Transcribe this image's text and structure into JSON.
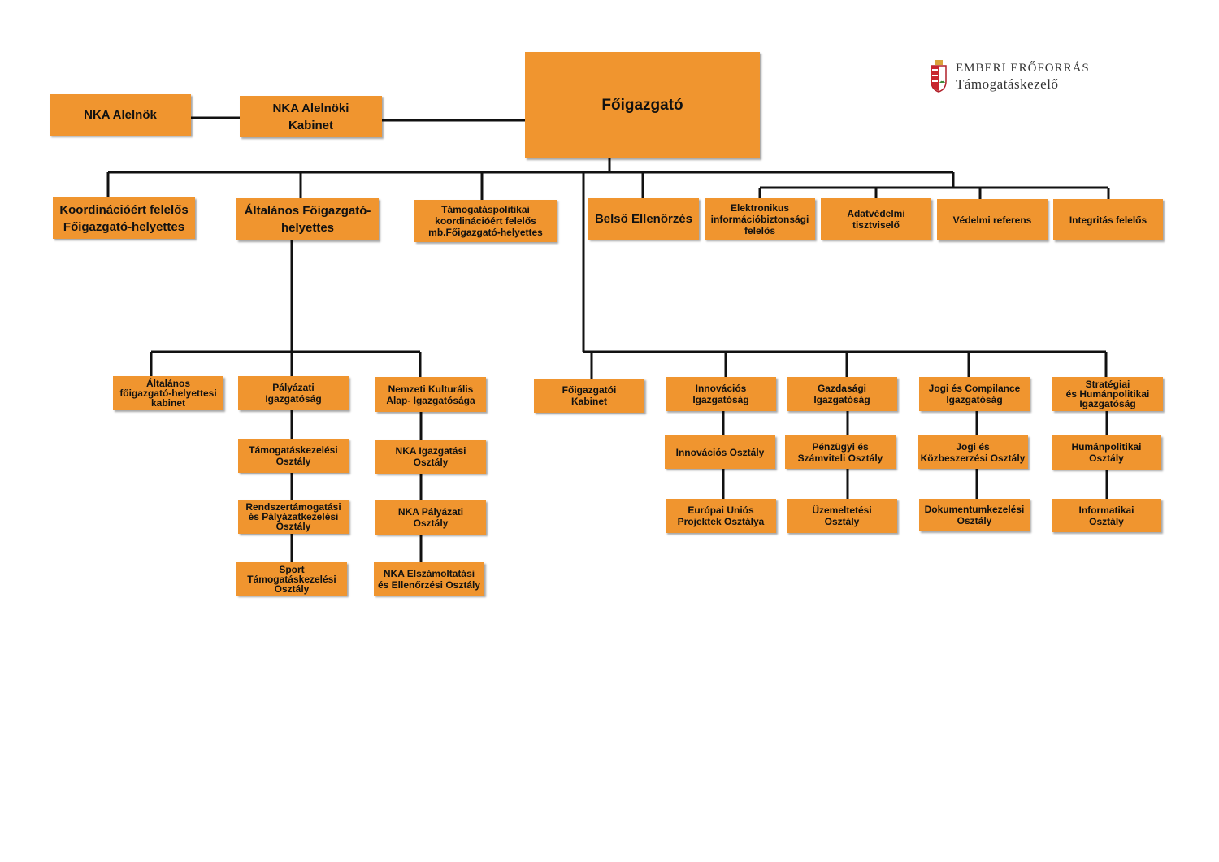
{
  "logo": {
    "line1": "EMBERI ERŐFORRÁS",
    "line2": "Támogatáskezelő",
    "icon": "hungarian-coat-of-arms-icon"
  },
  "colors": {
    "box_fill": "#f0952f",
    "line": "#111111"
  },
  "nodes": {
    "foigazgato": "Főigazgató",
    "nka_alelnok": "NKA Alelnök",
    "nka_alelnoki_kabinet": "NKA Alelnöki\nKabinet",
    "koordinacio_helyettes": "Koordinációért felelős\nFőigazgató-helyettes",
    "altalanos_helyettes": "Általános Főigazgató-\nhelyettes",
    "tamogataspolitikai": "Támogatáspolitikai\nkoordinációért felelős\nmb.Főigazgató-helyettes",
    "belso_ellenorzes": "Belső Ellenőrzés",
    "elektronikus": "Elektronikus\ninformációbiztonsági\nfelelős",
    "adatvedelmi": "Adatvédelmi\ntisztviselő",
    "vedelmi": "Védelmi referens",
    "integritas": "Integritás felelős",
    "altalanos_kabinet": "Általános\nfőigazgató-helyettesi\nkabinet",
    "palyazati_ig": "Pályázati\nIgazgatóság",
    "tamogataskezelesi_o": "Támogatáskezelési\nOsztály",
    "rendszertamogatasi_o": "Rendszertámogatási\nés Pályázatkezelési\nOsztály",
    "sport_o": "Sport\nTámogatáskezelési\nOsztály",
    "nka_ig": "Nemzeti Kulturális\nAlap- Igazgatósága",
    "nka_igazgatasi_o": "NKA Igazgatási\nOsztály",
    "nka_palyazati_o": "NKA Pályázati\nOsztály",
    "nka_elszamoltatasi_o": "NKA Elszámoltatási\nés Ellenőrzési Osztály",
    "foigazgatoi_kabinet": "Főigazgatói\nKabinet",
    "innovacios_ig": "Innovációs\nIgazgatóság",
    "innovacios_o": "Innovációs Osztály",
    "europai_unios_o": "Európai Uniós\nProjektek Osztálya",
    "gazdasagi_ig": "Gazdasági\nIgazgatóság",
    "penzugyi_o": "Pénzügyi és\nSzámviteli Osztály",
    "uzemeltetesi_o": "Üzemeltetési\nOsztály",
    "jogi_ig": "Jogi és Compilance\nIgazgatóság",
    "jogi_o": "Jogi és\nKözbeszerzési Osztály",
    "dokumentum_o": "Dokumentumkezelési\nOsztály",
    "strategiai_ig": "Stratégiai\nés Humánpolitikai\nIgazgatóság",
    "humanpolitikai_o": "Humánpolitikai\nOsztály",
    "informatikai_o": "Informatikai\nOsztály"
  }
}
